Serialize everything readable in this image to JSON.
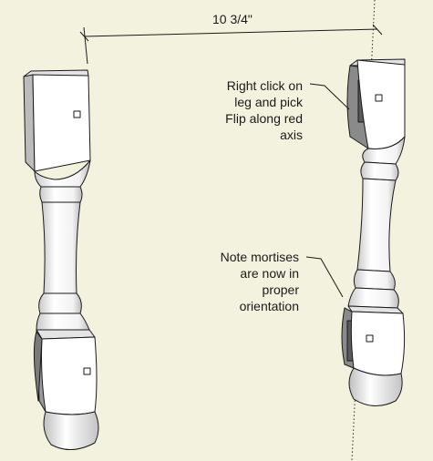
{
  "dimension": {
    "label": "10 3/4\""
  },
  "annotations": {
    "flip_note": "Right click on\nleg and pick\nFlip along red\naxis",
    "mortise_note": "Note mortises\nare now in\nproper\norientation"
  },
  "colors": {
    "background": "#f3f2df",
    "leg_face": "#ffffff",
    "leg_shade": "#dcdcdc",
    "leg_dark": "#b3b3b3",
    "mortise_face": "#8a8a8a",
    "mortise_dark": "#595959",
    "outline": "#1a1a1a",
    "axis_dashed": "#2a2a2a"
  }
}
